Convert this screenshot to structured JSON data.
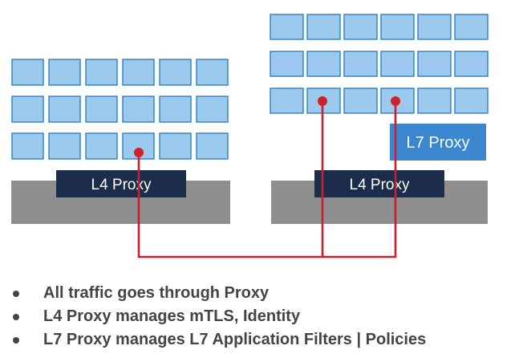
{
  "colors": {
    "cell_fill": "#9ccaee",
    "cell_border": "#2f7fc0",
    "platform": "#8f8f8f",
    "l4_proxy": "#1b2d4a",
    "l7_proxy": "#3a86cf",
    "connection": "#c8202a",
    "bullet_text": "#444444"
  },
  "left_node": {
    "grid": {
      "rows": 3,
      "cols": 6
    },
    "proxy_label": "L4 Proxy"
  },
  "right_node": {
    "grid": {
      "rows": 3,
      "cols": 6
    },
    "proxy_label": "L4 Proxy",
    "l7_proxy_label": "L7 Proxy"
  },
  "bullets": [
    "All traffic goes through Proxy",
    "L4 Proxy manages mTLS, Identity",
    "L7 Proxy manages L7 Application Filters | Policies"
  ]
}
